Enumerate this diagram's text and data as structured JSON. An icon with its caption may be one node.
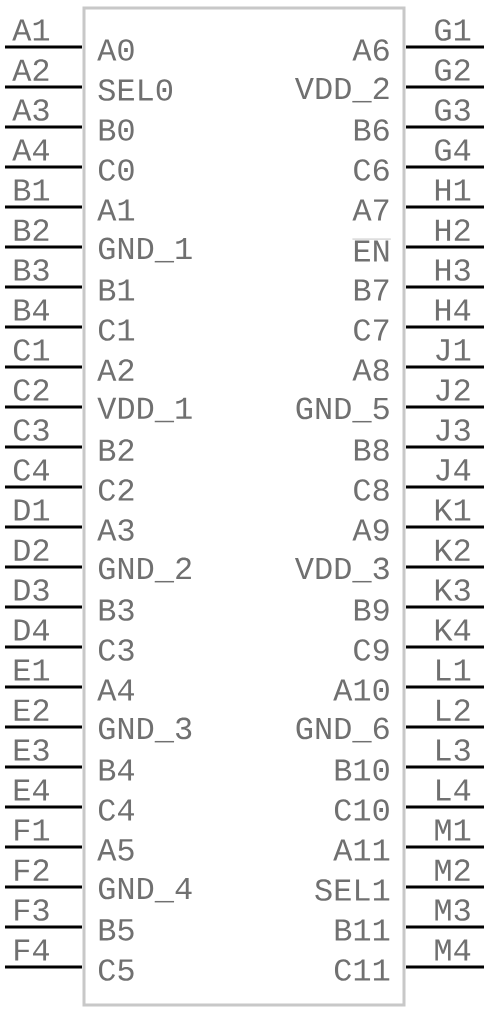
{
  "diagram": {
    "nodes": [
      {
        "text": [
          "A0",
          "A6",
          "SEL0",
          "VDD_2",
          "B0",
          "B6",
          "C0",
          "C6",
          "A1",
          "A7",
          "GND_1",
          "EN",
          "B1",
          "B7",
          "C1",
          "C7",
          "A2",
          "A8",
          "VDD_1",
          "GND_5",
          "B2",
          "B8",
          "C2",
          "C8",
          "A3",
          "A9",
          "GND_2",
          "VDD_3",
          "B3",
          "B9",
          "C3",
          "C9",
          "A4",
          "A10",
          "GND_3",
          "GND_6",
          "B4",
          "B10",
          "C4",
          "C10",
          "A5",
          "A11",
          "GND_4",
          "SEL1",
          "B5",
          "B11",
          "C5",
          "C11"
        ]
      }
    ],
    "labels": [
      "A1",
      "G1",
      "A2",
      "G2",
      "A3",
      "G3",
      "A4",
      "G4",
      "B1",
      "H1",
      "B2",
      "H2",
      "B3",
      "H3",
      "B4",
      "H4",
      "C1",
      "J1",
      "C2",
      "J2",
      "C3",
      "J3",
      "C4",
      "J4",
      "D1",
      "K1",
      "D2",
      "K2",
      "D3",
      "K3",
      "D4",
      "K4",
      "E1",
      "L1",
      "E2",
      "L2",
      "E3",
      "L3",
      "E4",
      "L4",
      "F1",
      "M1",
      "F2",
      "M2",
      "F3",
      "M3",
      "F4",
      "M4"
    ]
  }
}
